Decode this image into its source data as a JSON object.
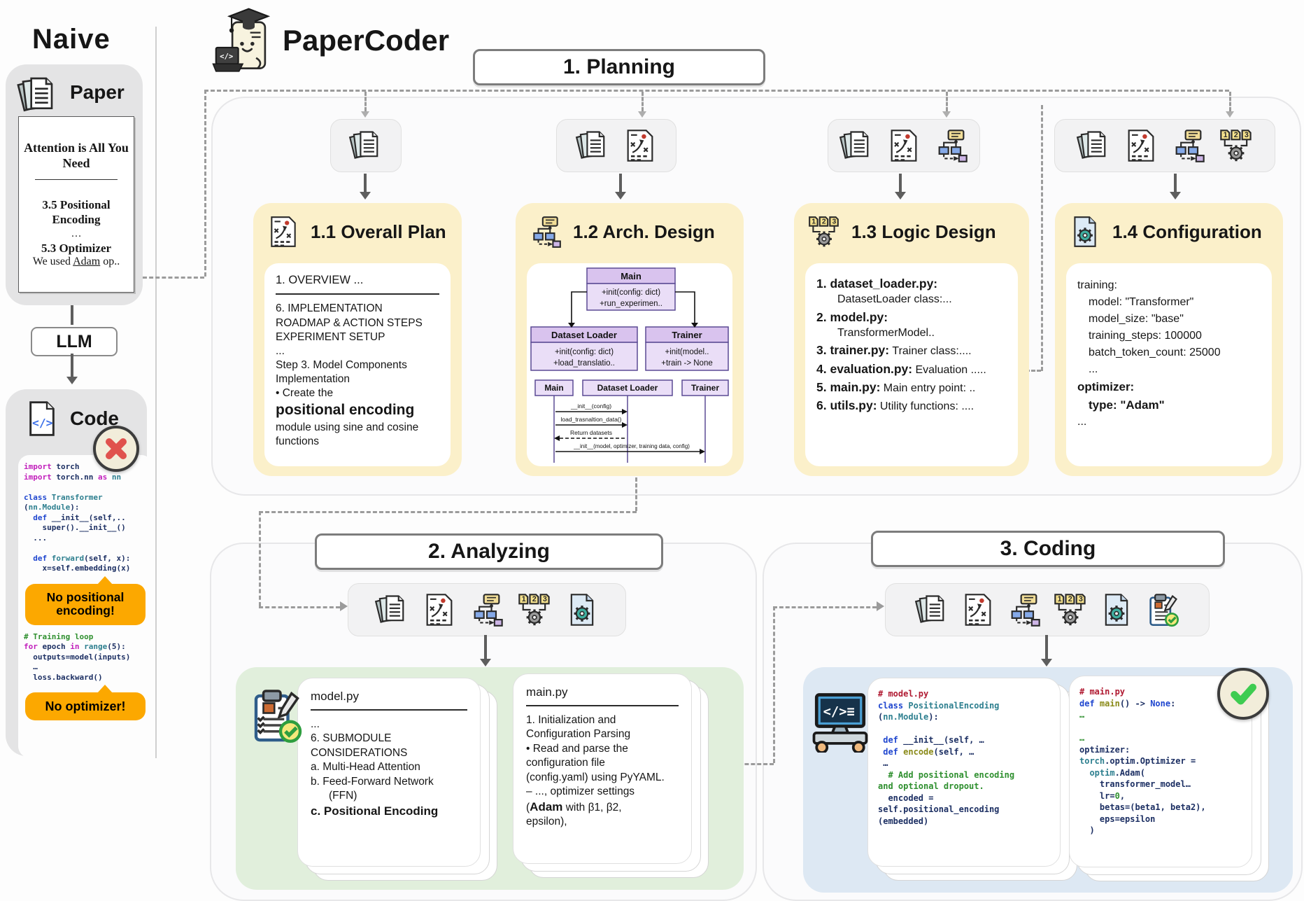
{
  "naive": {
    "title": "Naive",
    "paper_card": {
      "label": "Paper",
      "doc": {
        "title": "Attention is All You Need",
        "sec1": "3.5 Positional Encoding",
        "dots": "…",
        "sec2": "5.3 Optimizer",
        "line_pre": "We used ",
        "line_u": "Adam",
        "line_post": " op.."
      }
    },
    "llm_label": "LLM",
    "code_card": {
      "label": "Code",
      "bubble_positional": "No positional encoding!",
      "bubble_optimizer": "No optimizer!",
      "code_a": [
        [
          [
            "import",
            "k2"
          ],
          [
            " torch",
            "d"
          ]
        ],
        [
          [
            "import",
            "k2"
          ],
          [
            " torch.nn ",
            "d"
          ],
          [
            "as",
            "k2"
          ],
          [
            " nn",
            "t"
          ]
        ],
        [],
        [
          [
            "class",
            "k"
          ],
          [
            " Transformer",
            "t"
          ]
        ],
        [
          [
            "(",
            "d"
          ],
          [
            "nn.Module",
            "t"
          ],
          [
            "):",
            "d"
          ]
        ],
        [
          [
            "  ",
            "d"
          ],
          [
            "def",
            "k"
          ],
          [
            " __init__(self,..",
            "d"
          ]
        ],
        [
          [
            "    super().__init__()",
            "d"
          ]
        ],
        [
          [
            "  ...",
            "d"
          ]
        ],
        [],
        [
          [
            "  ",
            "d"
          ],
          [
            "def",
            "k"
          ],
          [
            " ",
            "d"
          ],
          [
            "forward",
            "t"
          ],
          [
            "(self, x):",
            "d"
          ]
        ],
        [
          [
            "    x=self.embedding(x)",
            "d"
          ]
        ]
      ],
      "code_b": [
        [
          [
            "# Training loop",
            "c"
          ]
        ],
        [
          [
            "for",
            "k2"
          ],
          [
            " epoch ",
            "d"
          ],
          [
            "in",
            "k2"
          ],
          [
            " ",
            "d"
          ],
          [
            "range",
            "t"
          ],
          [
            "(5):",
            "d"
          ]
        ],
        [
          [
            "  outputs=model(inputs)",
            "d"
          ]
        ],
        [
          [
            "  …",
            "d"
          ]
        ],
        [
          [
            "  loss.backward()",
            "d"
          ]
        ]
      ]
    }
  },
  "brand": "PaperCoder",
  "planning": {
    "title": "1. Planning",
    "overall": {
      "title": "1.1 Overall Plan",
      "icon": "plan",
      "inputs": [
        "papers"
      ],
      "overview": "1. OVERVIEW ...",
      "roadmap": "6. IMPLEMENTATION ROADMAP & ACTION STEPS EXPERIMENT SETUP",
      "dots": "...",
      "step": "Step 3. Model Components Implementation",
      "bullet": "• Create the",
      "highlight": "positional encoding",
      "tail": "module using sine and cosine functions"
    },
    "arch": {
      "title": "1.2 Arch. Design",
      "icon": "arch",
      "inputs": [
        "papers",
        "plan"
      ],
      "classes": [
        {
          "name": "Main",
          "m1": "+init(config: dict)",
          "m2": "+run_experimen.."
        },
        {
          "name": "Dataset Loader",
          "m1": "+init(config: dict)",
          "m2": "+load_translatio.."
        },
        {
          "name": "Trainer",
          "m1": "+init(model..",
          "m2": "+train -> None"
        }
      ],
      "seq_heads": [
        "Main",
        "Dataset Loader",
        "Trainer"
      ],
      "seq_msgs": [
        "__init__(config)",
        "load_trasnaltion_data()",
        "Return datasets",
        "__init__(model, optimizer, training data, config)"
      ]
    },
    "logic": {
      "title": "1.3 Logic Design",
      "icon": "logic",
      "inputs": [
        "papers",
        "plan",
        "arch"
      ],
      "items": [
        {
          "t": "1. dataset_loader.py:",
          "d": "DatasetLoader class:..."
        },
        {
          "t": "2. model.py:",
          "d": "TransformerModel.."
        },
        {
          "t": "3. trainer.py:",
          "d": "Trainer class:...."
        },
        {
          "t": "4. evaluation.py:",
          "d": "Evaluation ....."
        },
        {
          "t": "5. main.py:",
          "d": "Main entry point: .."
        },
        {
          "t": "6. utils.py:",
          "d": "Utility functions: ...."
        }
      ]
    },
    "config": {
      "title": "1.4 Configuration",
      "icon": "config",
      "inputs": [
        "papers",
        "plan",
        "arch",
        "logic"
      ],
      "yaml": [
        "training:",
        "model: \"Transformer\"",
        "model_size: \"base\"",
        "training_steps: 100000",
        "batch_token_count: 25000",
        "...",
        "optimizer:",
        "type: \"Adam\"",
        "..."
      ]
    }
  },
  "analyzing": {
    "title": "2. Analyzing",
    "inputs": [
      "papers",
      "plan",
      "arch",
      "logic",
      "config"
    ],
    "model_card": {
      "title": "model.py",
      "lines": [
        "...",
        "6. SUBMODULE",
        "CONSIDERATIONS",
        "a.  Multi-Head Attention",
        "b.  Feed-Forward Network",
        "(FFN)",
        "c.  Positional Encoding"
      ]
    },
    "main_card": {
      "title": "main.py",
      "p1": "1. Initialization and",
      "p2": "Configuration Parsing",
      "p3": "• Read and parse the",
      "p4": "configuration file",
      "p5": "(config.yaml) using PyYAML.",
      "p6": " – ..., optimizer settings",
      "p7_pre": "(",
      "p7_bold": "Adam",
      "p7_post": " with β1, β2,",
      "p8": "epsilon),"
    }
  },
  "coding": {
    "title": "3. Coding",
    "inputs": [
      "papers",
      "plan",
      "arch",
      "logic",
      "config",
      "checklist"
    ],
    "model_code": [
      [
        [
          "# model.py",
          "r"
        ]
      ],
      [
        [
          "class",
          "k"
        ],
        [
          " ",
          "d"
        ],
        [
          "PositionalEncoding",
          "t"
        ]
      ],
      [
        [
          "(",
          "d"
        ],
        [
          "nn.Module",
          "t"
        ],
        [
          "):",
          "d"
        ]
      ],
      [],
      [
        [
          " ",
          "d"
        ],
        [
          "def",
          "k"
        ],
        [
          " __init__(self, …",
          "d"
        ]
      ],
      [
        [
          " ",
          "d"
        ],
        [
          "def",
          "k"
        ],
        [
          " ",
          "d"
        ],
        [
          "encode",
          "f"
        ],
        [
          "(self, …",
          "d"
        ]
      ],
      [
        [
          " …",
          "d"
        ]
      ],
      [
        [
          "  # Add positional encoding",
          "c"
        ]
      ],
      [
        [
          "and optional dropout.",
          "c"
        ]
      ],
      [
        [
          "  encoded =",
          "d"
        ]
      ],
      [
        [
          "self.positional_encoding",
          "d"
        ]
      ],
      [
        [
          "(embedded)",
          "d"
        ]
      ]
    ],
    "main_code": [
      [
        [
          "# main.py",
          "r"
        ]
      ],
      [
        [
          "def",
          "k"
        ],
        [
          " ",
          "d"
        ],
        [
          "main",
          "f"
        ],
        [
          "() -> ",
          "d"
        ],
        [
          "None",
          "k"
        ],
        [
          ":",
          "d"
        ]
      ],
      [
        [
          "…",
          "c"
        ]
      ],
      [],
      [
        [
          "…",
          "c"
        ]
      ],
      [
        [
          "optimizer:",
          "d"
        ]
      ],
      [
        [
          "torch",
          "t"
        ],
        [
          ".optim.Optimizer =",
          "d"
        ]
      ],
      [
        [
          "  ",
          "d"
        ],
        [
          "optim",
          "t"
        ],
        [
          ".Adam(",
          "d"
        ]
      ],
      [
        [
          "    transformer_model…",
          "d"
        ]
      ],
      [
        [
          "    lr=",
          "d"
        ],
        [
          "0",
          "g"
        ],
        [
          ",",
          "d"
        ]
      ],
      [
        [
          "    betas=(beta1, beta2),",
          "d"
        ]
      ],
      [
        [
          "    eps=epsilon",
          "d"
        ]
      ],
      [
        [
          "  )",
          "d"
        ]
      ]
    ]
  }
}
